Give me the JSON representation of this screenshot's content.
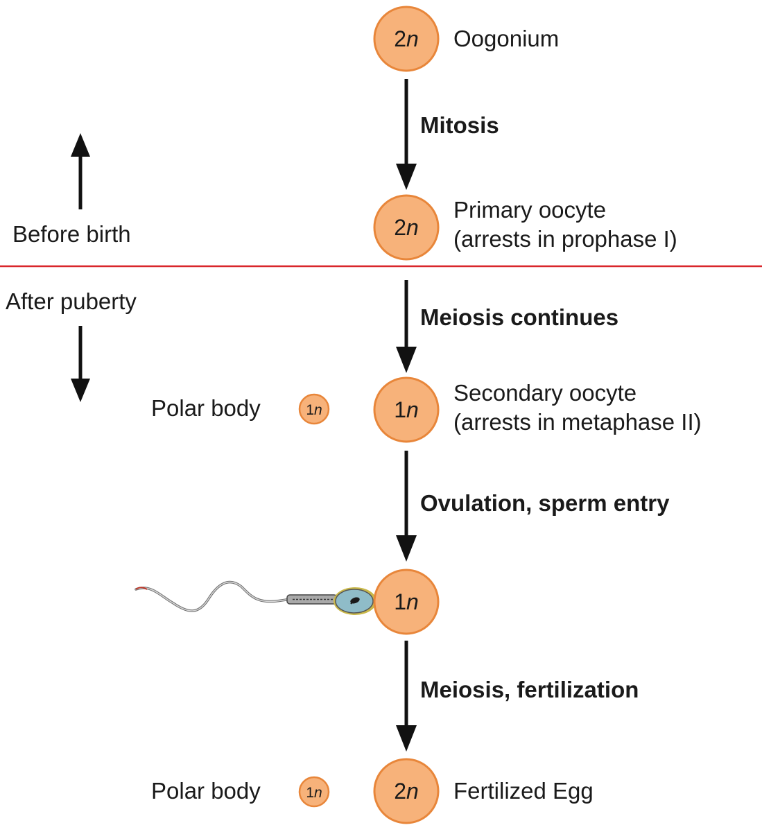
{
  "colors": {
    "cell_fill": "#f7b27a",
    "cell_stroke": "#e8863a",
    "divider": "#d9262b",
    "arrow": "#111111",
    "sperm_head": "#8fbcc8",
    "sperm_rim": "#c9b84a"
  },
  "cells": {
    "oogonium": {
      "number": "2",
      "letter": "n",
      "label_lines": [
        "Oogonium"
      ]
    },
    "primary_oocyte": {
      "number": "2",
      "letter": "n",
      "label_lines": [
        "Primary oocyte",
        "(arrests in prophase I)"
      ]
    },
    "secondary_oocyte": {
      "number": "1",
      "letter": "n",
      "label_lines": [
        "Secondary oocyte",
        "(arrests in metaphase II)"
      ]
    },
    "ovulated_oocyte": {
      "number": "1",
      "letter": "n",
      "label_lines": []
    },
    "fertilized_egg": {
      "number": "2",
      "letter": "n",
      "label_lines": [
        "Fertilized Egg"
      ]
    }
  },
  "polar_bodies": [
    {
      "label": "Polar body",
      "number": "1",
      "letter": "n"
    },
    {
      "label": "Polar body",
      "number": "1",
      "letter": "n"
    }
  ],
  "steps": {
    "mitosis": "Mitosis",
    "meiosis_continues": "Meiosis continues",
    "ovulation": "Ovulation, sperm entry",
    "fertilization": "Meiosis, fertilization"
  },
  "timeline": {
    "before": "Before birth",
    "after": "After puberty"
  },
  "icons": {
    "sperm": "sperm-icon"
  }
}
